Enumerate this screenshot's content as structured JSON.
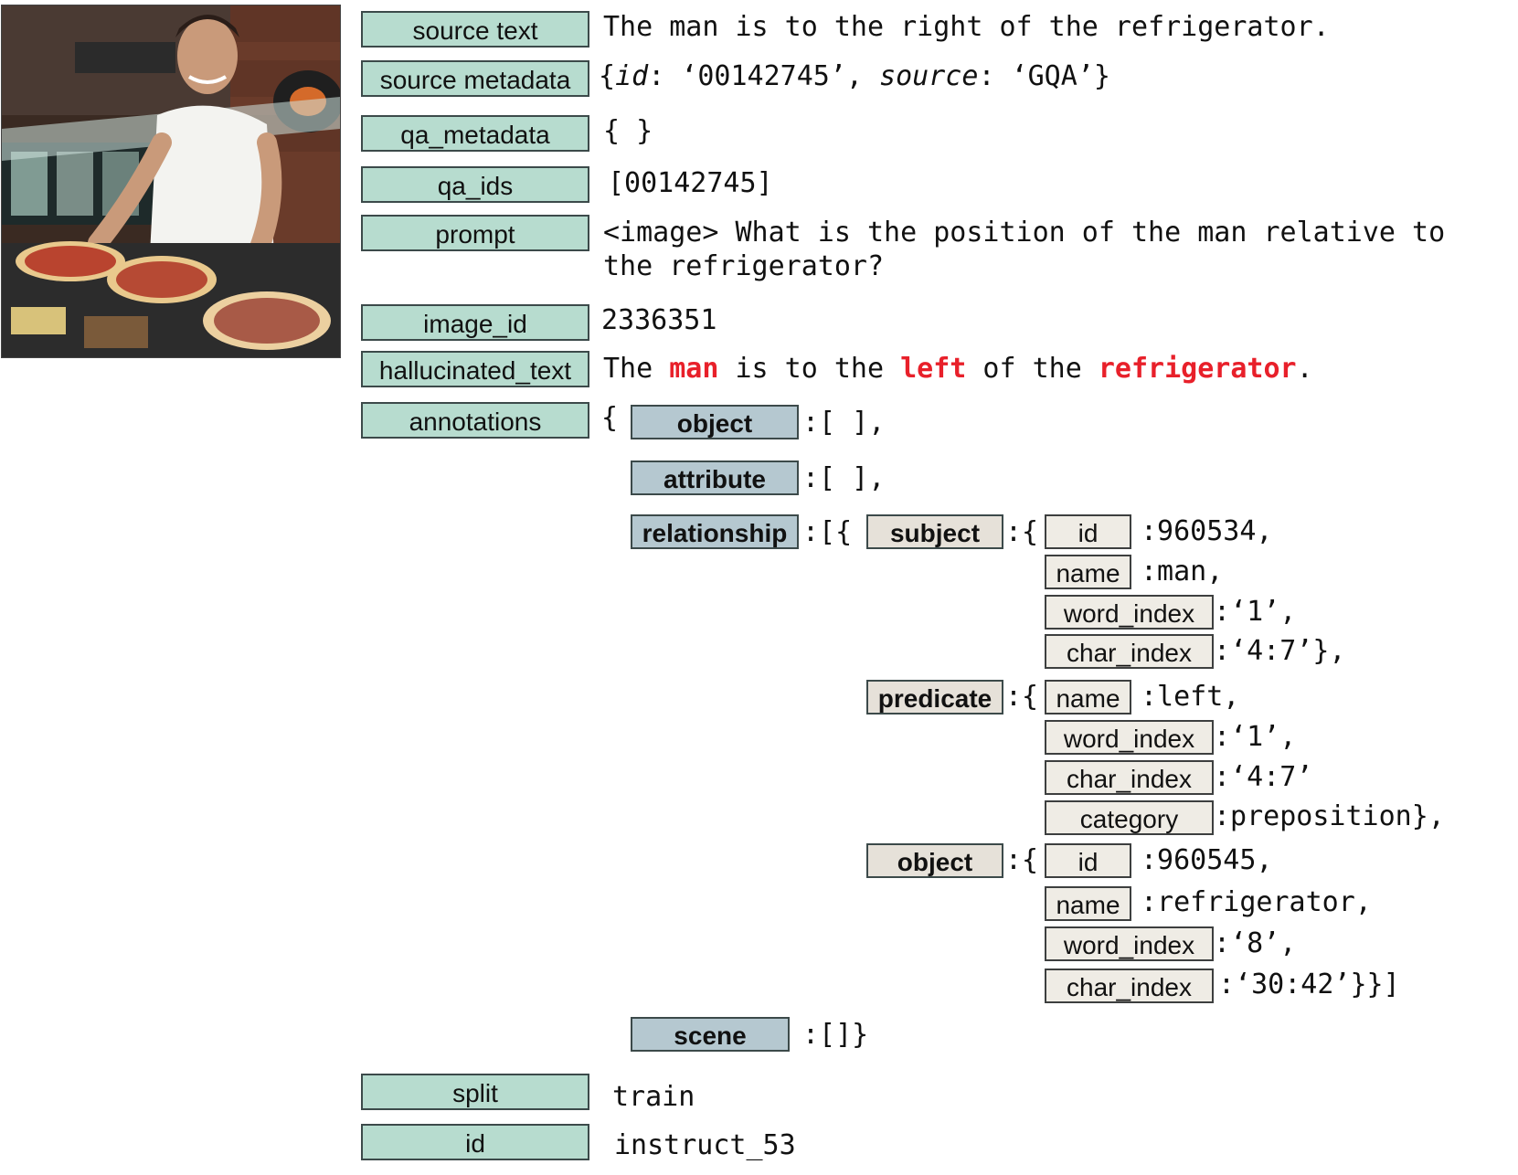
{
  "fields": {
    "source_text": {
      "label": "source text",
      "value": "The man is to the right of the refrigerator."
    },
    "source_metadata": {
      "label": "source metadata",
      "open": "{",
      "k1": "id",
      "v1": ": ‘00142745’, ",
      "k2": "source",
      "v2": ": ‘GQA’}"
    },
    "qa_metadata": {
      "label": "qa_metadata",
      "value": "{ }"
    },
    "qa_ids": {
      "label": "qa_ids",
      "value": "[00142745]"
    },
    "prompt": {
      "label": "prompt",
      "line1": "<image> What is the position of the man relative to",
      "line2": "the refrigerator?"
    },
    "image_id": {
      "label": "image_id",
      "value": "2336351"
    },
    "hallucinated_text": {
      "label": "hallucinated_text",
      "p1": "The ",
      "h1": "man",
      "p2": " is to the ",
      "h2": "left",
      "p3": " of the ",
      "h3": "refrigerator",
      "p4": "."
    },
    "annotations": {
      "label": "annotations",
      "open": "{"
    },
    "split": {
      "label": "split",
      "value": "train"
    },
    "id": {
      "label": "id",
      "value": "instruct_53"
    }
  },
  "annotations": {
    "object": {
      "label": "object",
      "value": ":[ ],"
    },
    "attribute": {
      "label": "attribute",
      "value": ":[ ],"
    },
    "relationship": {
      "label": "relationship",
      "value": ":[{"
    },
    "scene": {
      "label": "scene",
      "value": ":[]}"
    },
    "subject": {
      "label": "subject",
      "open": ":{",
      "id_key": "id",
      "id_val": ":960534,",
      "name_key": "name",
      "name_val": ":man,",
      "word_index_key": "word_index",
      "word_index_val": ":‘1’,",
      "char_index_key": "char_index",
      "char_index_val": ":‘4:7’},"
    },
    "predicate": {
      "label": "predicate",
      "open": ":{",
      "name_key": "name",
      "name_val": ":left,",
      "word_index_key": "word_index",
      "word_index_val": ":‘1’,",
      "char_index_key": "char_index",
      "char_index_val": ":‘4:7’",
      "category_key": "category",
      "category_val": ":preposition},"
    },
    "object_rel": {
      "label": "object",
      "open": ":{",
      "id_key": "id",
      "id_val": ":960545,",
      "name_key": "name",
      "name_val": ":refrigerator,",
      "word_index_key": "word_index",
      "word_index_val": ":‘8’,",
      "char_index_key": "char_index",
      "char_index_val": ":‘30:42’}}]"
    }
  },
  "photo": {
    "icon": "pizza-chef-photo"
  }
}
